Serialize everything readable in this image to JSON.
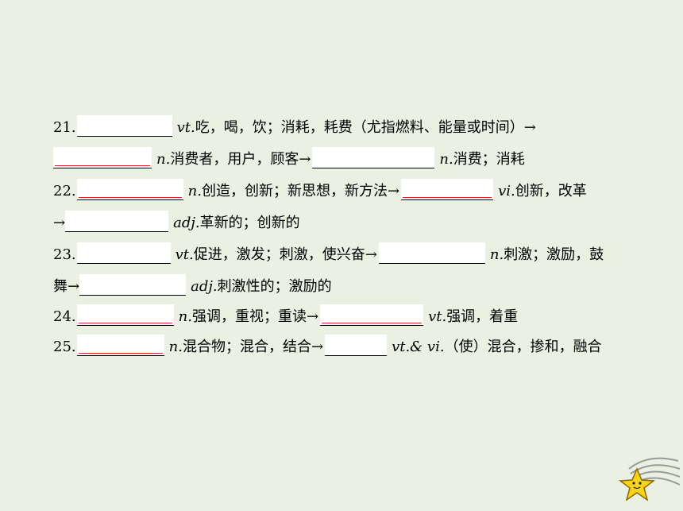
{
  "items": [
    {
      "num": "21.",
      "pos": "vt.",
      "meaning": "吃，喝，饮；消耗，耗费（尤指燃料、能量或时间）→"
    },
    {
      "pos": "n.",
      "meaning": "消费者，用户，顾客→"
    },
    {
      "pos": "n.",
      "meaning": "消费；消耗"
    },
    {
      "num": "22.",
      "pos": "n.",
      "meaning": "创造，创新；新思想，新方法→"
    },
    {
      "pos": "vi.",
      "meaning": "创新，改革"
    },
    {
      "prefix": "→",
      "pos": "adj.",
      "meaning": "革新的；创新的"
    },
    {
      "num": "23.",
      "pos": "vt.",
      "meaning": "促进，激发；刺激，使兴奋→"
    },
    {
      "pos": "n.",
      "meaning": "刺激；激励，鼓"
    },
    {
      "prefix": "舞→",
      "pos": "adj.",
      "meaning": "刺激性的；激励的"
    },
    {
      "num": "24.",
      "pos": "n.",
      "meaning": "强调，重视；重读→"
    },
    {
      "pos": "vt.",
      "meaning": "强调，着重"
    },
    {
      "num": "25.",
      "pos": "n.",
      "meaning": "混合物；混合，结合→"
    },
    {
      "pos": "vt.& vi.",
      "meaning": "（使）混合，掺和，融合"
    }
  ],
  "colors": {
    "background": "#eaf1e3",
    "blank": "#ffffff",
    "underline_red": "#d22"
  },
  "decoration": {
    "icon": "star-mascot-icon"
  }
}
